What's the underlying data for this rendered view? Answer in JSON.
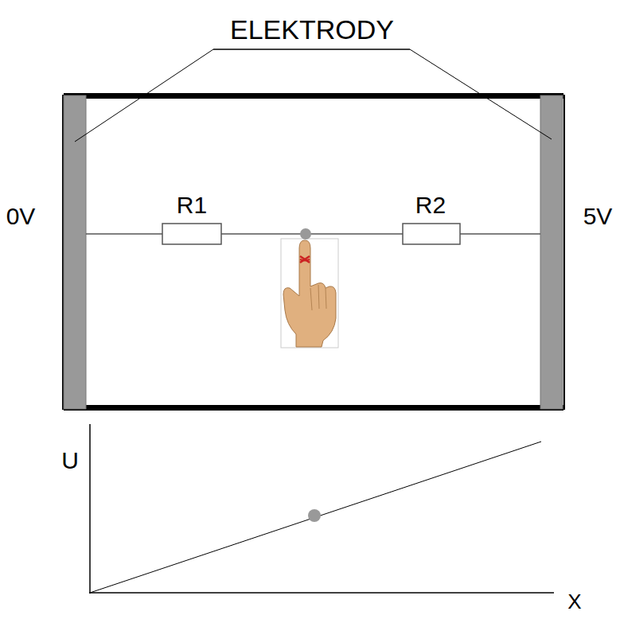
{
  "diagram": {
    "labels": [
      "ELEKTRODY",
      "0V",
      "R1",
      "R2",
      "5V",
      "U",
      "X"
    ]
  }
}
